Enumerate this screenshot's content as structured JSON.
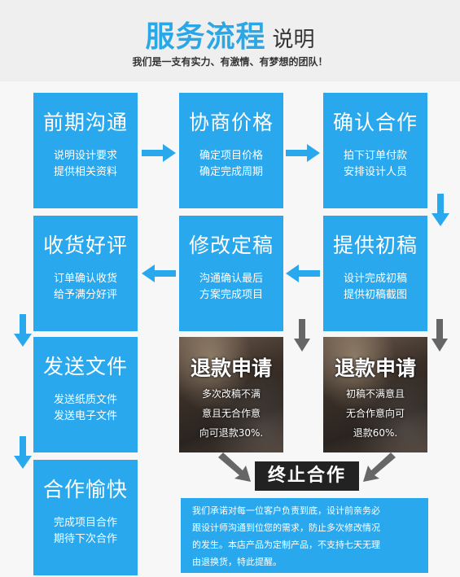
{
  "header": {
    "title_main": "服务流程",
    "title_sub": "说明",
    "slogan": "我们是一支有实力、有激情、有梦想的团队！"
  },
  "steps": {
    "s1": {
      "title": "前期沟通",
      "line1": "说明设计要求",
      "line2": "提供相关资料"
    },
    "s2": {
      "title": "协商价格",
      "line1": "确定项目价格",
      "line2": "确定完成周期"
    },
    "s3": {
      "title": "确认合作",
      "line1": "拍下订单付款",
      "line2": "安排设计人员"
    },
    "s4": {
      "title": "收货好评",
      "line1": "订单确认收货",
      "line2": "给予满分好评"
    },
    "s5": {
      "title": "修改定稿",
      "line1": "沟通确认最后",
      "line2": "方案完成项目"
    },
    "s6": {
      "title": "提供初稿",
      "line1": "设计完成初稿",
      "line2": "提供初稿截图"
    },
    "s7": {
      "title": "发送文件",
      "line1": "发送纸质文件",
      "line2": "发送电子文件"
    },
    "s8": {
      "title": "合作愉快",
      "line1": "完成项目合作",
      "line2": "期待下次合作"
    }
  },
  "refunds": {
    "r1": {
      "title": "退款申请",
      "line1": "多次改稿不满",
      "line2": "意且无合作意",
      "line3": "向可退款30%."
    },
    "r2": {
      "title": "退款申请",
      "line1": "初稿不满意且",
      "line2": "无合作意向可",
      "line3": "退款60%."
    }
  },
  "terminate": "终止合作",
  "notice": {
    "line1": "我们承诺对每一位客户负责到底，设计前亲务必",
    "line2": "跟设计师沟通到位您的需求，防止多次修改情况",
    "line3": "的发生。本店产品为定制产品，不支持七天无理",
    "line4": "由退换货，特此提醒。"
  },
  "colors": {
    "brand_blue": "#29a8ee",
    "arrow_gray": "#666666",
    "title_blue": "#2aa7e6",
    "header_bg": "#efefef"
  }
}
